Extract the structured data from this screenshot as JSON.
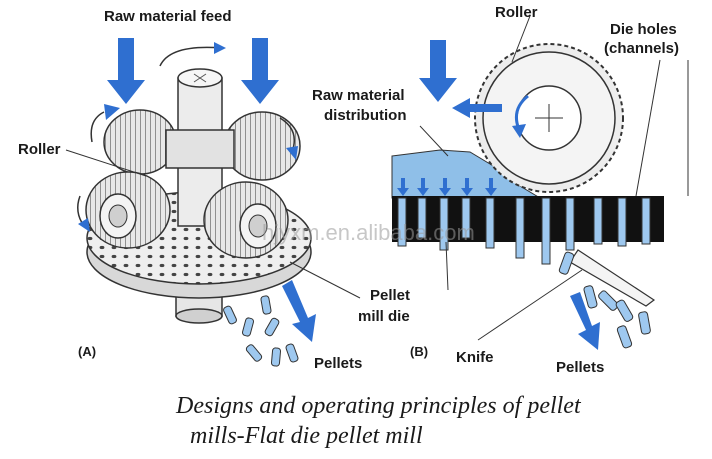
{
  "diagram": {
    "panel_a": {
      "label": "(A)",
      "feed_label": "Raw material feed",
      "roller_label": "Roller",
      "pellets_label": "Pellets",
      "die_label_line1": "Pellet",
      "die_label_line2": "mill die"
    },
    "panel_b": {
      "label": "(B)",
      "roller_label": "Roller",
      "die_holes_line1": "Die holes",
      "die_holes_line2": "(channels)",
      "distribution_line1": "Raw material",
      "distribution_line2": "distribution",
      "knife_label": "Knife",
      "pellets_label": "Pellets"
    },
    "watermark": "hjyxm.en.alibaba.com",
    "caption_line1": "Designs and operating principles of pellet",
    "caption_line2": "mills-Flat die pellet mill"
  },
  "colors": {
    "arrow_blue": "#2f6fd0",
    "pellet_blue": "#9ec8ef",
    "material_blue": "#8fbfe8",
    "die_black": "#111111",
    "roller_gray": "#dcdcdc",
    "text": "#1a1a1a"
  }
}
